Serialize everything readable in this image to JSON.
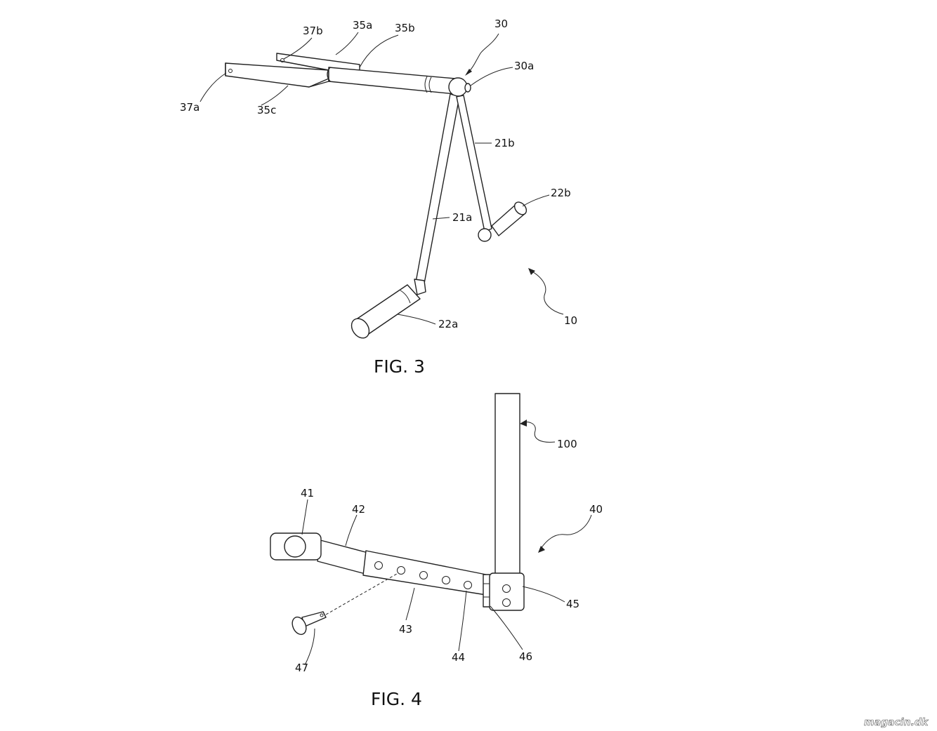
{
  "figures": [
    {
      "id": "fig3",
      "caption": "FIG. 3",
      "labels": {
        "l37b": "37b",
        "l35a": "35a",
        "l35b": "35b",
        "l30": "30",
        "l30a": "30a",
        "l37a": "37a",
        "l35c": "35c",
        "l21b": "21b",
        "l22b": "22b",
        "l21a": "21a",
        "l22a": "22a",
        "l10": "10"
      }
    },
    {
      "id": "fig4",
      "caption": "FIG. 4",
      "labels": {
        "l100": "100",
        "l41": "41",
        "l42": "42",
        "l40": "40",
        "l45": "45",
        "l43": "43",
        "l44": "44",
        "l46": "46",
        "l47": "47"
      }
    }
  ],
  "watermark": "magacin.dk"
}
